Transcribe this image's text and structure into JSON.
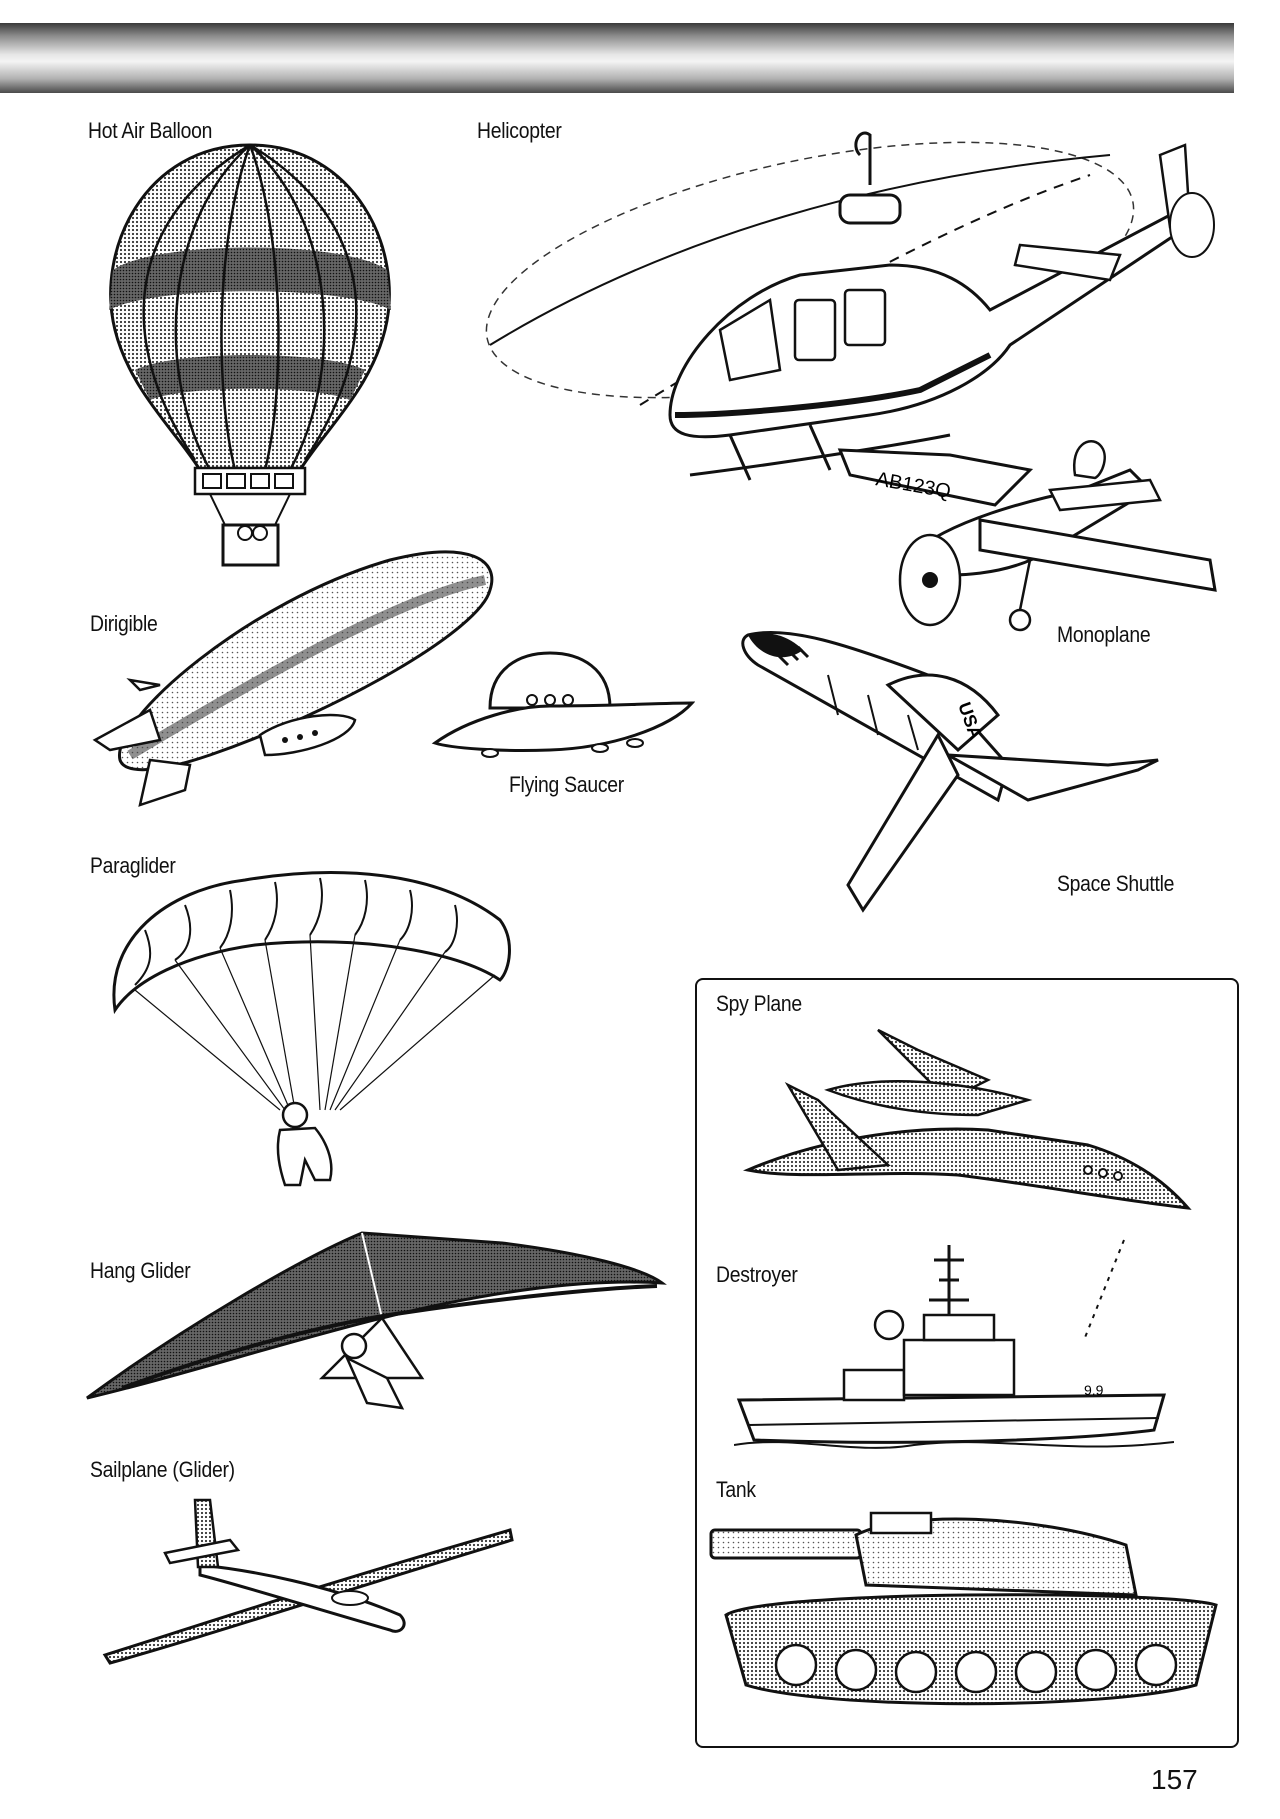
{
  "page": {
    "number": "157",
    "labels": {
      "hot_air_balloon": "Hot Air Balloon",
      "helicopter": "Helicopter",
      "dirigible": "Dirigible",
      "monoplane": "Monoplane",
      "flying_saucer": "Flying Saucer",
      "space_shuttle": "Space Shuttle",
      "paraglider": "Paraglider",
      "spy_plane": "Spy Plane",
      "hang_glider": "Hang Glider",
      "destroyer": "Destroyer",
      "sailplane": "Sailplane (Glider)",
      "tank": "Tank"
    },
    "markings": {
      "monoplane_tail": "AB123Q",
      "shuttle_flag": "USA",
      "destroyer_hull": "9.9"
    }
  }
}
